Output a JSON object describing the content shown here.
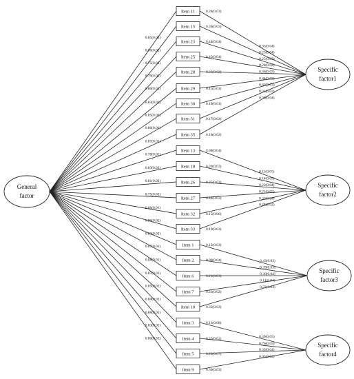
{
  "general_factor": {
    "line1": "General",
    "line2": "factor"
  },
  "specific_factors": [
    {
      "line1": "Specific",
      "line2": "factor1"
    },
    {
      "line1": "Specific",
      "line2": "factor2"
    },
    {
      "line1": "Specific",
      "line2": "factor3"
    },
    {
      "line1": "Specific",
      "line2": "factor4"
    }
  ],
  "items": [
    {
      "label": "Item 11",
      "factor": 0,
      "g_loading": "0.85(0.02)",
      "s_loading": "0.35(0.04)",
      "error": "0.28(0.03)"
    },
    {
      "label": "Item 15",
      "factor": 0,
      "g_loading": "0.80(0.02)",
      "s_loading": "0.25(0.04)",
      "error": "0.36(0.03)"
    },
    {
      "label": "Item 23",
      "factor": 0,
      "g_loading": "0.75(0.02)",
      "s_loading": "0.25(0.03)",
      "error": "0.44(0.04)"
    },
    {
      "label": "Item 25",
      "factor": 0,
      "g_loading": "0.79(0.03)",
      "s_loading": "0.28(0.04)",
      "error": "0.45(0.04)"
    },
    {
      "label": "Item 28",
      "factor": 0,
      "g_loading": "0.80(0.02)",
      "s_loading": "0.36(0.03)",
      "error": "0.23(0.02)"
    },
    {
      "label": "Item 29",
      "factor": 0,
      "g_loading": "0.83(0.02)",
      "s_loading": "0.44(0.03)",
      "error": "0.11(0.01)"
    },
    {
      "label": "Item 30",
      "factor": 0,
      "g_loading": "0.85(0.02)",
      "s_loading": "0.42(0.03)",
      "error": "0.10(0.01)"
    },
    {
      "label": "Item 31",
      "factor": 0,
      "g_loading": "0.86(0.01)",
      "s_loading": "0.31(0.03)",
      "error": "0.17(0.02)"
    },
    {
      "label": "Item 35",
      "factor": 0,
      "g_loading": "0.87(0.01)",
      "s_loading": "0.30(0.04)",
      "error": "0.16(0.02)"
    },
    {
      "label": "Item 13",
      "factor": 1,
      "g_loading": "0.78(0.02)",
      "s_loading": "0.11(0.05)",
      "error": "0.38(0.04)"
    },
    {
      "label": "Item 18",
      "factor": 1,
      "g_loading": "0.83(0.02)",
      "s_loading": "0.14(0.05)",
      "error": "0.29(0.03)"
    },
    {
      "label": "Item 26",
      "factor": 1,
      "g_loading": "0.81(0.02)",
      "s_loading": "0.22(0.04)",
      "error": "0.35(0.03)"
    },
    {
      "label": "Item 27",
      "factor": 1,
      "g_loading": "0.75(0.02)",
      "s_loading": "0.21(0.05)",
      "error": "0.44(0.03)"
    },
    {
      "label": "Item 32",
      "factor": 1,
      "g_loading": "0.86(0.01)",
      "s_loading": "0.33(0.04)",
      "error": "0.15(0.06)"
    },
    {
      "label": "Item 33",
      "factor": 1,
      "g_loading": "0.86(0.02)",
      "s_loading": "0.28(0.02)",
      "error": "0.19(0.03)"
    },
    {
      "label": "Item 1",
      "factor": 2,
      "g_loading": "0.83(0.02)",
      "s_loading": "0.43(0.03)",
      "error": "0.12(0.03)"
    },
    {
      "label": "Item 2",
      "factor": 2,
      "g_loading": "0.87(0.01)",
      "s_loading": "0.39(0.03)",
      "error": "0.09(0.04)"
    },
    {
      "label": "Item 6",
      "factor": 2,
      "g_loading": "0.88(0.01)",
      "s_loading": "0.30(0.04)",
      "error": "0.21(0.03)"
    },
    {
      "label": "Item 7",
      "factor": 2,
      "g_loading": "0.87(0.01)",
      "s_loading": "0.11(0.04)",
      "error": "0.23(0.02)"
    },
    {
      "label": "Item 10",
      "factor": 2,
      "g_loading": "0.85(0.02)",
      "s_loading": "0.22(0.04)",
      "error": "0.32(0.03)"
    },
    {
      "label": "Item 3",
      "factor": 3,
      "g_loading": "0.84(0.02)",
      "s_loading": "0.39(0.05)",
      "error": "0.13(0.08)"
    },
    {
      "label": "Item 4",
      "factor": 3,
      "g_loading": "0.88(0.01)",
      "s_loading": "0.76(0.05)",
      "error": "0.25(0.02)"
    },
    {
      "label": "Item 5",
      "factor": 3,
      "g_loading": "0.83(0.02)",
      "s_loading": "0.35(0.04)",
      "error": "0.23(0.07)"
    },
    {
      "label": "Item 9",
      "factor": 3,
      "g_loading": "0.80(0.02)",
      "s_loading": "0.02(0.04)",
      "error": "0.30(0.03)"
    }
  ]
}
